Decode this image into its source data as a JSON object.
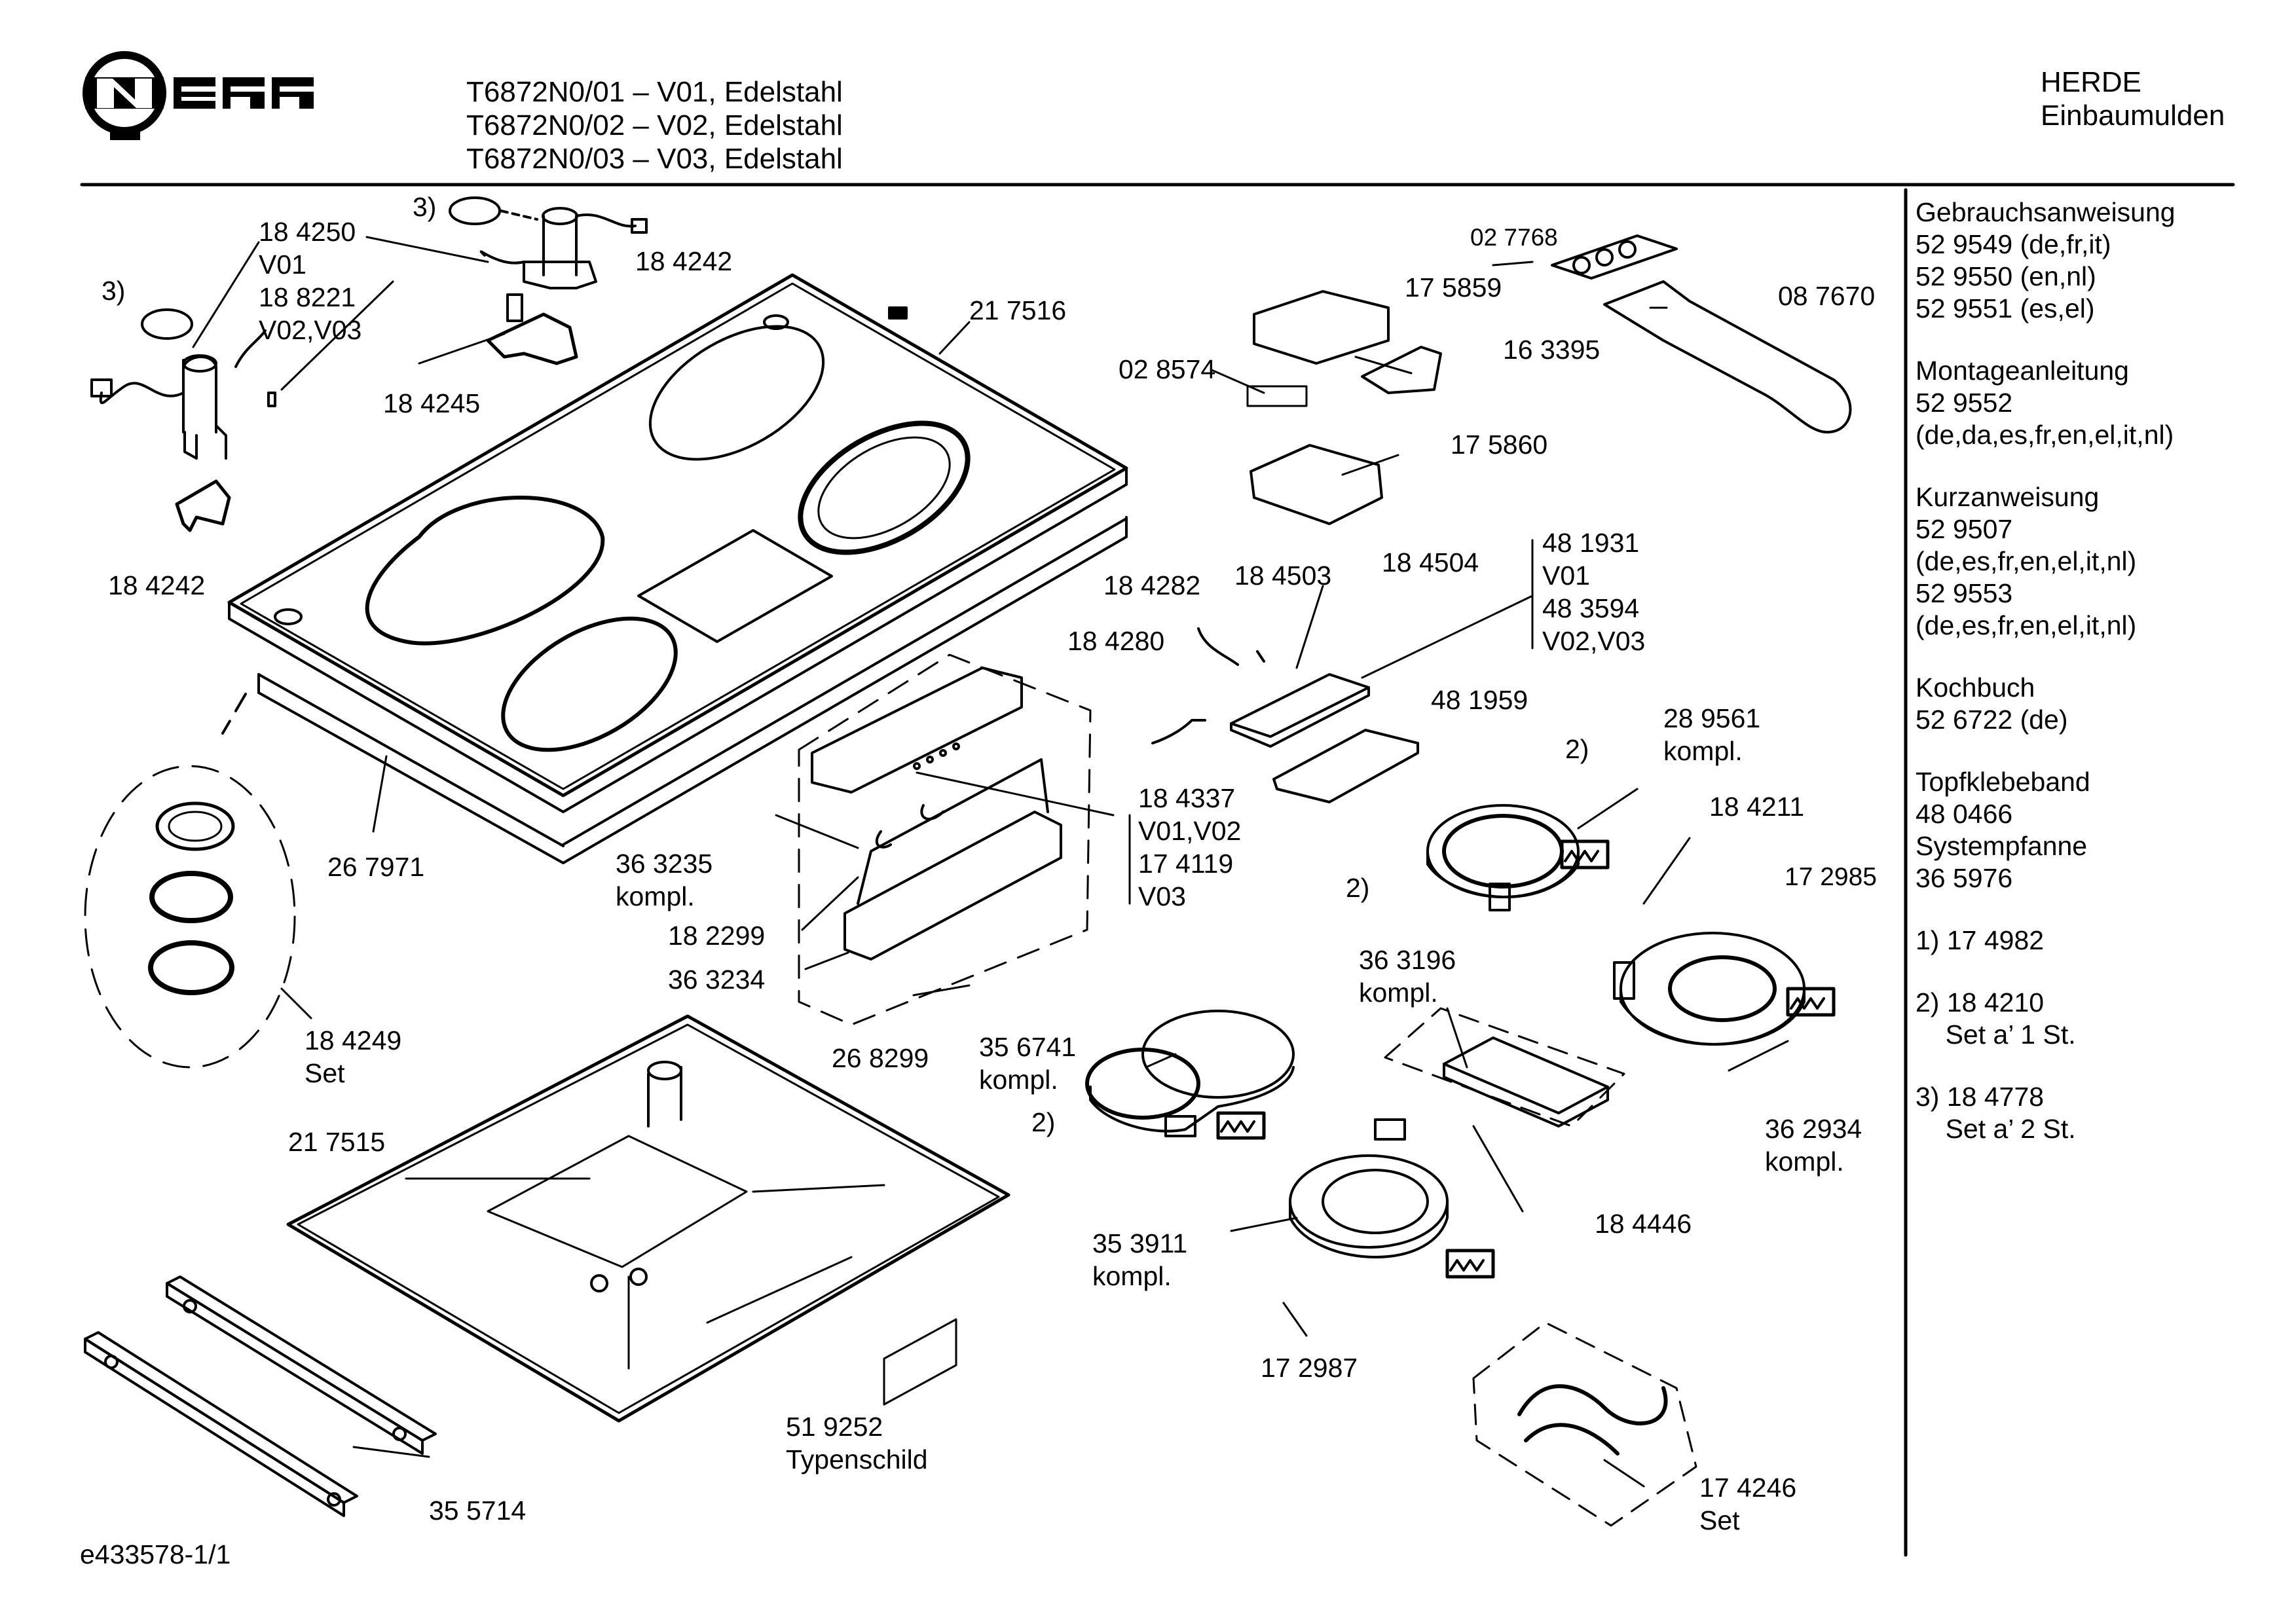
{
  "header": {
    "logo": "NEFF",
    "models": [
      "T6872N0/01 – V01, Edelstahl",
      "T6872N0/02 – V02, Edelstahl",
      "T6872N0/03 – V03, Edelstahl"
    ],
    "category": "HERDE",
    "subcategory": "Einbaumulden"
  },
  "parts": {
    "p184250": "18 4250",
    "v01a": "V01",
    "p188221": "18 8221",
    "v0203a": "V02,V03",
    "note3a": "3)",
    "note3b": "3)",
    "p184242a": "18 4242",
    "p184245": "18 4245",
    "p184242b": "18 4242",
    "p217516": "21 7516",
    "p267971": "26 7971",
    "p184249": "18 4249",
    "set1": "Set",
    "p217515": "21 7515",
    "p355714": "35 5714",
    "p519252": "51 9252",
    "typenschild": "Typenschild",
    "p363235": "36 3235",
    "kompl1": "kompl.",
    "p182299": "18 2299",
    "p363234": "36 3234",
    "p268299": "26 8299",
    "p184337": "18 4337",
    "v0102": "V01,V02",
    "p174119": "17 4119",
    "v03": "V03",
    "p027768": "02 7768",
    "p087670": "08 7670",
    "p175859": "17 5859",
    "p163395": "16 3395",
    "p028574": "02 8574",
    "p175860": "17 5860",
    "p184282": "18 4282",
    "p184503": "18 4503",
    "p184504": "18 4504",
    "p481931": "48 1931",
    "v01b": "V01",
    "p483594": "48 3594",
    "v0203b": "V02,V03",
    "p184280": "18 4280",
    "p481959": "48 1959",
    "note2a": "2)",
    "p289561": "28 9561",
    "kompl2": "kompl.",
    "p184211": "18 4211",
    "p172985": "17 2985",
    "note2b": "2)",
    "p356741": "35 6741",
    "kompl3": "kompl.",
    "note2c": "2)",
    "p363196": "36 3196",
    "kompl4": "kompl.",
    "p362934": "36 2934",
    "kompl5": "kompl.",
    "p184446": "18 4446",
    "p353911": "35 3911",
    "kompl6": "kompl.",
    "p172987": "17 2987",
    "p174246": "17 4246",
    "set2": "Set"
  },
  "sidebar": {
    "groups": [
      {
        "lines": [
          "Gebrauchsanweisung",
          "52 9549 (de,fr,it)",
          "52 9550 (en,nl)",
          "52 9551 (es,el)"
        ]
      },
      {
        "lines": [
          "Montageanleitung",
          "52 9552",
          "(de,da,es,fr,en,el,it,nl)"
        ]
      },
      {
        "lines": [
          "Kurzanweisung",
          "52 9507",
          "(de,es,fr,en,el,it,nl)",
          "52 9553",
          "(de,es,fr,en,el,it,nl)"
        ]
      },
      {
        "lines": [
          "Kochbuch",
          "52 6722 (de)"
        ]
      },
      {
        "lines": [
          "Topfklebeband",
          "48 0466",
          "Systempfanne",
          "36 5976"
        ]
      },
      {
        "lines": [
          "1) 17 4982"
        ]
      },
      {
        "lines": [
          "2) 18 4210",
          "    Set a’ 1 St."
        ]
      },
      {
        "lines": [
          "3) 18 4778",
          "    Set a’ 2 St."
        ]
      }
    ]
  },
  "footer": {
    "code": "e433578-1/1"
  }
}
